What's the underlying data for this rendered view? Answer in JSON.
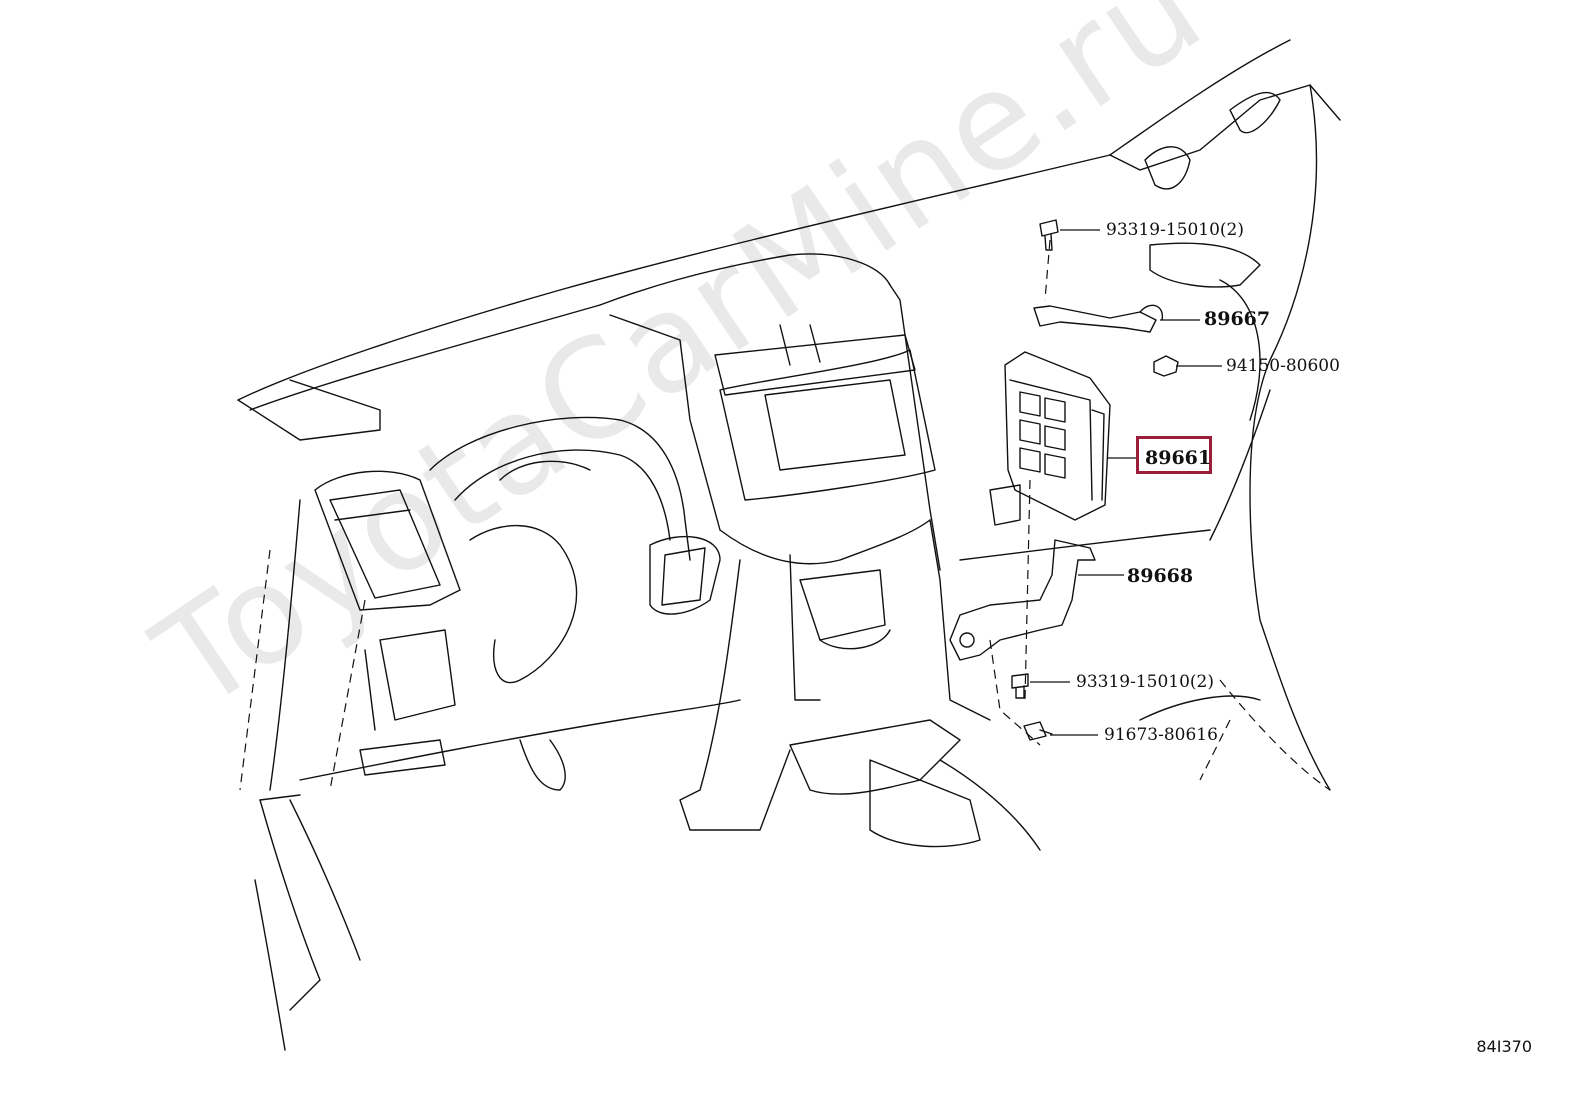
{
  "watermark": "ToyotaCarMine.ru",
  "diagram_code": "84I370",
  "callouts": {
    "bolt_top": "93319-15010(2)",
    "bracket_top": "89667",
    "nut": "94150-80600",
    "ecu": "89661",
    "bracket_bottom": "89668",
    "bolt_bottom": "93319-15010(2)",
    "screw": "91673-80616"
  },
  "colors": {
    "highlight": "#9a1e3a",
    "ink": "#111111",
    "watermark": "#e9e9e9"
  }
}
